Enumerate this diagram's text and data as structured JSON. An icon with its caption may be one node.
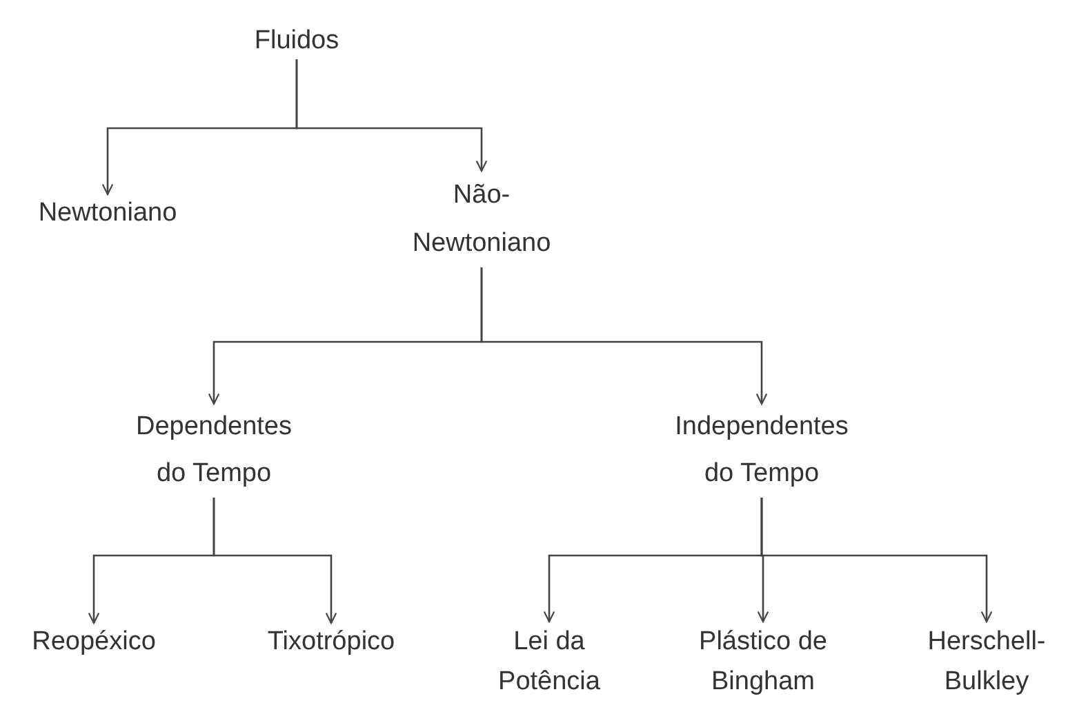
{
  "diagram": {
    "nodes": [
      {
        "text": [
          "Fluidos"
        ]
      },
      {
        "text": [
          "Newtoniano"
        ]
      },
      {
        "text": [
          "Não-Newtoniano"
        ]
      },
      {
        "text": [
          "Dependentes do Tempo"
        ]
      },
      {
        "text": [
          "Independentes do Tempo"
        ]
      },
      {
        "text": [
          "Reopéxico"
        ]
      },
      {
        "text": [
          "Tixotrópico"
        ]
      },
      {
        "text": [
          "Lei da Potência"
        ]
      },
      {
        "text": [
          "Plástico de Bingham"
        ]
      },
      {
        "text": [
          "Herschell-Bulkley"
        ]
      }
    ],
    "edges": [
      {
        "from": 0,
        "to": 1,
        "arrow": "to"
      },
      {
        "from": 0,
        "to": 2,
        "arrow": "to"
      },
      {
        "from": 2,
        "to": 3,
        "arrow": "to"
      },
      {
        "from": 2,
        "to": 4,
        "arrow": "to"
      },
      {
        "from": 3,
        "to": 5,
        "arrow": "to"
      },
      {
        "from": 3,
        "to": 6,
        "arrow": "to"
      },
      {
        "from": 4,
        "to": 7,
        "arrow": "to"
      },
      {
        "from": 4,
        "to": 8,
        "arrow": "to"
      },
      {
        "from": 4,
        "to": 9,
        "arrow": "to"
      }
    ]
  }
}
